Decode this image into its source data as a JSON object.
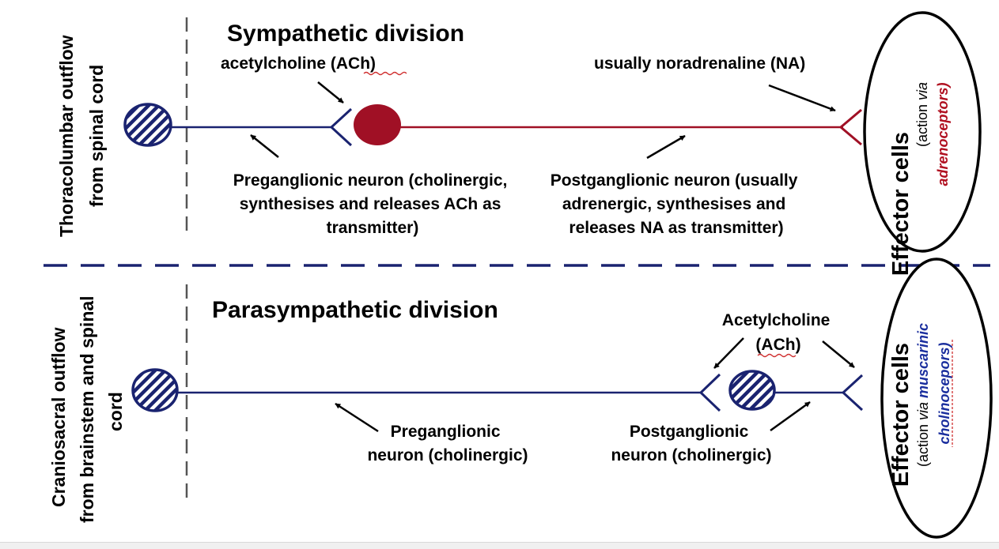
{
  "colors": {
    "navy": "#1a2370",
    "red_neuron": "#a01025",
    "red_text": "#b01020",
    "blue_text": "#1b2f9e",
    "squiggle": "#d03030"
  },
  "sympathetic": {
    "title": "Sympathetic division",
    "side_label": [
      "Thoracolumbar outflow",
      "from spinal cord"
    ],
    "ach_label": "acetylcholine (ACh)",
    "na_label": "usually noradrenaline (NA)",
    "pre_label": [
      "Preganglionic neuron (cholinergic,",
      "synthesises and releases ACh as",
      "transmitter)"
    ],
    "post_label": [
      "Postganglionic neuron (usually",
      "adrenergic, synthesises and",
      "releases NA as transmitter)"
    ],
    "effector": {
      "title": "Effector cells",
      "action_prefix": "(action ",
      "action_via": "via",
      "action_target": "adrenoceptors)"
    }
  },
  "parasympathetic": {
    "title": "Parasympathetic division",
    "side_label": [
      "Craniosacral outflow",
      "from brainstem and spinal",
      "cord"
    ],
    "ach_label": [
      "Acetylcholine",
      "(ACh)"
    ],
    "pre_label": [
      "Preganglionic",
      "neuron (cholinergic)"
    ],
    "post_label": [
      "Postganglionic",
      "neuron (cholinergic)"
    ],
    "effector": {
      "title": "Effector cells",
      "action_prefix": "(action ",
      "action_via": "via",
      "action_target_1": "muscarinic",
      "action_target_2": "cholinocepors)"
    }
  }
}
